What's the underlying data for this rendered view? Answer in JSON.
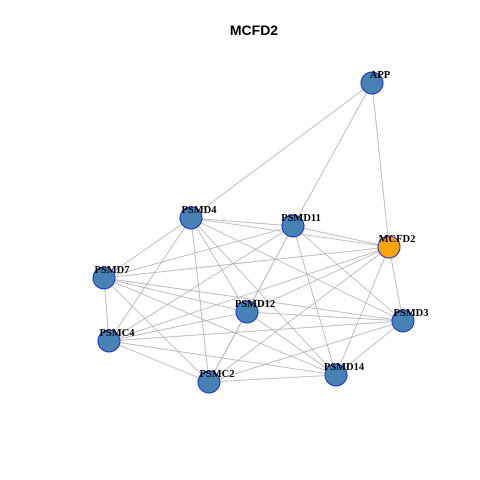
{
  "title": "MCFD2",
  "colors": {
    "node_default": "#4682b4",
    "node_query": "#ffa500",
    "node_border": "#1f2fc8",
    "edge": "#b3b3b3"
  },
  "nodes": [
    {
      "id": "APP",
      "label": "APP",
      "query": false
    },
    {
      "id": "PSMD4",
      "label": "PSMD4",
      "query": false
    },
    {
      "id": "PSMD11",
      "label": "PSMD11",
      "query": false
    },
    {
      "id": "MCFD2",
      "label": "MCFD2",
      "query": true
    },
    {
      "id": "PSMD7",
      "label": "PSMD7",
      "query": false
    },
    {
      "id": "PSMD12",
      "label": "PSMD12",
      "query": false
    },
    {
      "id": "PSMD3",
      "label": "PSMD3",
      "query": false
    },
    {
      "id": "PSMC4",
      "label": "PSMC4",
      "query": false
    },
    {
      "id": "PSMD14",
      "label": "PSMD14",
      "query": false
    },
    {
      "id": "PSMC2",
      "label": "PSMC2",
      "query": false
    }
  ],
  "edges": [
    [
      "APP",
      "PSMD4"
    ],
    [
      "APP",
      "PSMD11"
    ],
    [
      "APP",
      "MCFD2"
    ],
    [
      "PSMD4",
      "PSMD11"
    ],
    [
      "PSMD4",
      "MCFD2"
    ],
    [
      "PSMD4",
      "PSMD7"
    ],
    [
      "PSMD4",
      "PSMD12"
    ],
    [
      "PSMD4",
      "PSMD3"
    ],
    [
      "PSMD4",
      "PSMC4"
    ],
    [
      "PSMD4",
      "PSMD14"
    ],
    [
      "PSMD4",
      "PSMC2"
    ],
    [
      "PSMD11",
      "MCFD2"
    ],
    [
      "PSMD11",
      "PSMD7"
    ],
    [
      "PSMD11",
      "PSMD12"
    ],
    [
      "PSMD11",
      "PSMD3"
    ],
    [
      "PSMD11",
      "PSMC4"
    ],
    [
      "PSMD11",
      "PSMD14"
    ],
    [
      "PSMD11",
      "PSMC2"
    ],
    [
      "MCFD2",
      "PSMD7"
    ],
    [
      "MCFD2",
      "PSMD12"
    ],
    [
      "MCFD2",
      "PSMD3"
    ],
    [
      "MCFD2",
      "PSMC4"
    ],
    [
      "MCFD2",
      "PSMD14"
    ],
    [
      "MCFD2",
      "PSMC2"
    ],
    [
      "PSMD7",
      "PSMD12"
    ],
    [
      "PSMD7",
      "PSMD3"
    ],
    [
      "PSMD7",
      "PSMC4"
    ],
    [
      "PSMD7",
      "PSMD14"
    ],
    [
      "PSMD7",
      "PSMC2"
    ],
    [
      "PSMD12",
      "PSMD3"
    ],
    [
      "PSMD12",
      "PSMC4"
    ],
    [
      "PSMD12",
      "PSMD14"
    ],
    [
      "PSMD12",
      "PSMC2"
    ],
    [
      "PSMD3",
      "PSMC4"
    ],
    [
      "PSMD3",
      "PSMD14"
    ],
    [
      "PSMD3",
      "PSMC2"
    ],
    [
      "PSMC4",
      "PSMD14"
    ],
    [
      "PSMC4",
      "PSMC2"
    ],
    [
      "PSMD14",
      "PSMC2"
    ]
  ]
}
